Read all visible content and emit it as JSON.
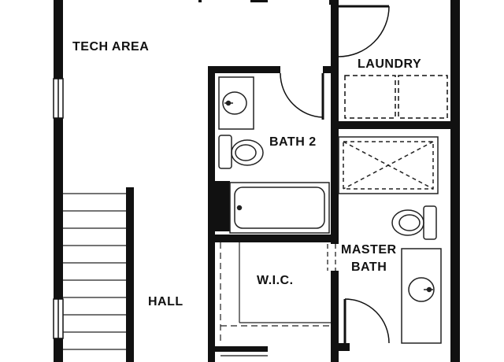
{
  "rooms": {
    "tech_area": "TECH AREA",
    "laundry": "LAUNDRY",
    "bath2": "BATH 2",
    "master_bath_line1": "MASTER",
    "master_bath_line2": "BATH",
    "wic": "W.I.C.",
    "hall": "HALL"
  },
  "colors": {
    "wall": "#111111",
    "fixture": "#222222",
    "background": "#ffffff"
  }
}
